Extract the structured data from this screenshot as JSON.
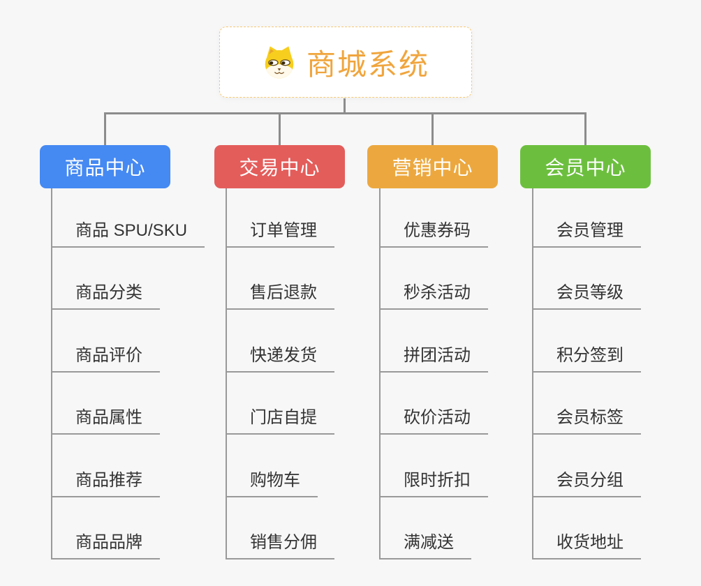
{
  "page": {
    "background": "#F7F7F7"
  },
  "root": {
    "title": "商城系统",
    "icon": "doge-icon",
    "title_color": "#F0A53D",
    "border_color": "#F7C873"
  },
  "connector_color": "#8C8C8C",
  "underline_color": "#999999",
  "item_text_color": "#333333",
  "branches": [
    {
      "label": "商品中心",
      "color": "#4589F2",
      "items": [
        "商品 SPU/SKU",
        "商品分类",
        "商品评价",
        "商品属性",
        "商品推荐",
        "商品品牌"
      ]
    },
    {
      "label": "交易中心",
      "color": "#E35D5B",
      "items": [
        "订单管理",
        "售后退款",
        "快递发货",
        "门店自提",
        "购物车",
        "销售分佣"
      ]
    },
    {
      "label": "营销中心",
      "color": "#ECA83F",
      "items": [
        "优惠券码",
        "秒杀活动",
        "拼团活动",
        "砍价活动",
        "限时折扣",
        "满减送"
      ]
    },
    {
      "label": "会员中心",
      "color": "#6CBF3E",
      "items": [
        "会员管理",
        "会员等级",
        "积分签到",
        "会员标签",
        "会员分组",
        "收货地址"
      ]
    }
  ]
}
